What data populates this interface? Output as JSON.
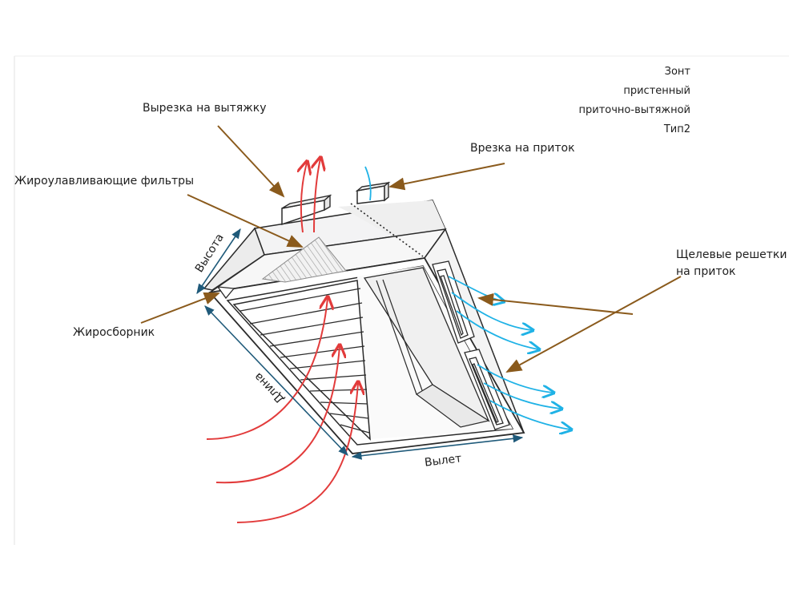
{
  "title_lines": [
    "Зонт",
    "пристенный",
    "приточно-вытяжной",
    "Тип2"
  ],
  "callouts": {
    "exhaust_cutout": "Вырезка на вытяжку",
    "grease_filters": "Жироулавливающие фильтры",
    "supply_inlet": "Врезка на приток",
    "slot_grilles_line1": "Щелевые решетки",
    "slot_grilles_line2": "на приток",
    "grease_collector": "Жиросборник"
  },
  "dimensions": {
    "height": "Высота",
    "length": "Длина",
    "overhang": "Вылет"
  },
  "colors": {
    "leader": "#8a5a1c",
    "dimension": "#1f5a7a",
    "exhaust_arrow": "#e23b3b",
    "supply_arrow": "#1fb2e6",
    "outline": "#2b2b2b"
  }
}
